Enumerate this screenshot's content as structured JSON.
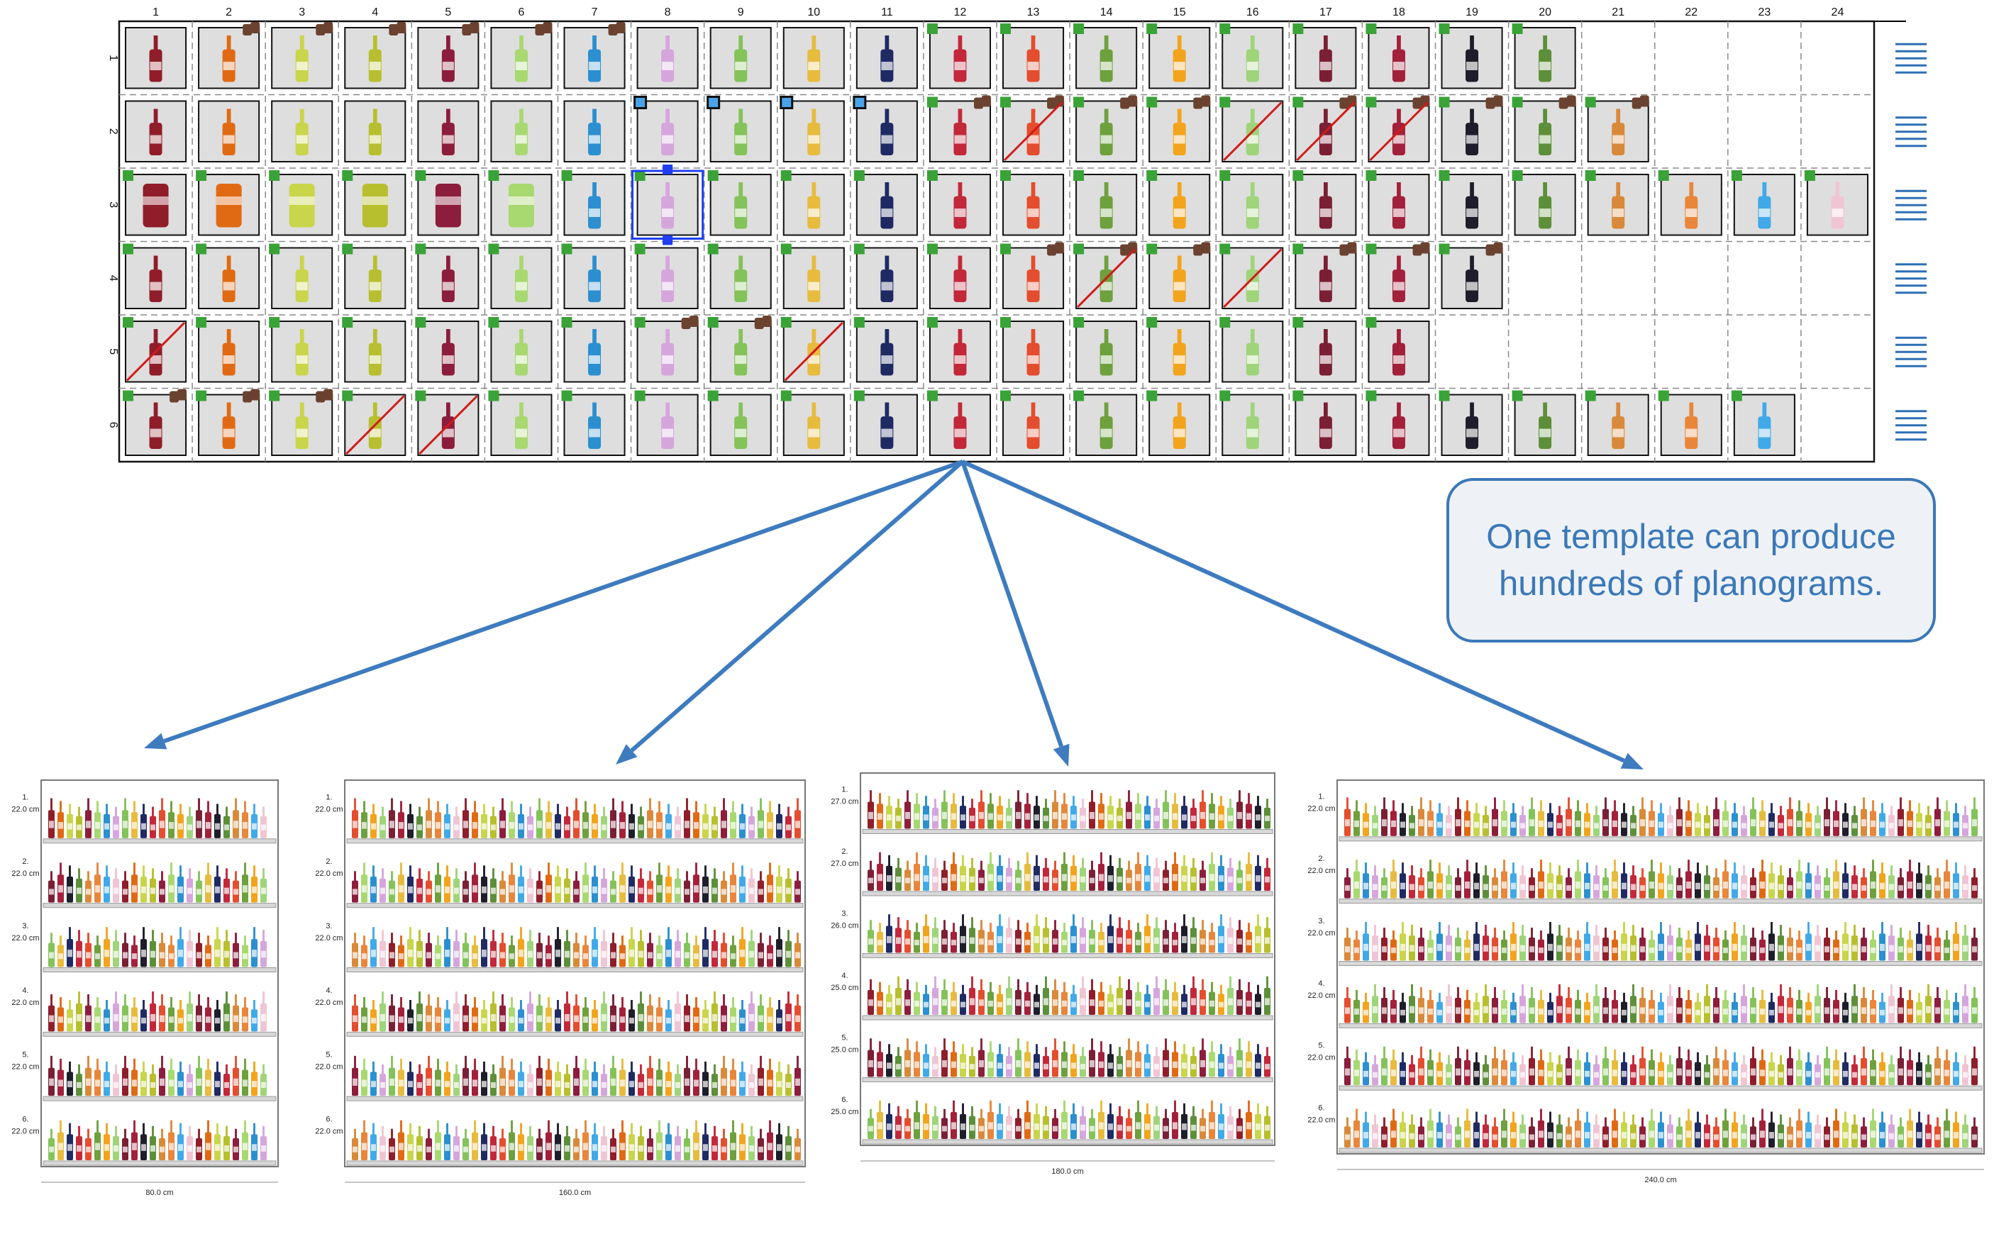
{
  "template": {
    "columns": [
      "1",
      "2",
      "3",
      "4",
      "5",
      "6",
      "7",
      "8",
      "9",
      "10",
      "11",
      "12",
      "13",
      "14",
      "15",
      "16",
      "17",
      "18",
      "19",
      "20",
      "21",
      "22",
      "23",
      "24"
    ],
    "rows": [
      "1",
      "2",
      "3",
      "4",
      "5",
      "6"
    ],
    "row_fill": [
      20,
      21,
      24,
      19,
      18,
      23
    ],
    "selected_cell": {
      "row": 3,
      "col": 8
    },
    "crossed_cells": [
      [
        2,
        13
      ],
      [
        2,
        16
      ],
      [
        2,
        17
      ],
      [
        2,
        18
      ],
      [
        4,
        14
      ],
      [
        4,
        16
      ],
      [
        5,
        1
      ],
      [
        5,
        10
      ],
      [
        6,
        4
      ],
      [
        6,
        5
      ]
    ],
    "handle_icon": "drag-handle-icon"
  },
  "callout": {
    "line1": "One template can produce",
    "line2": "hundreds of planograms."
  },
  "planograms": [
    {
      "width_label": "80.0 cm",
      "shelves": [
        {
          "num": "1.",
          "height": "22.0 cm"
        },
        {
          "num": "2.",
          "height": "22.0 cm"
        },
        {
          "num": "3.",
          "height": "22.0 cm"
        },
        {
          "num": "4.",
          "height": "22.0 cm"
        },
        {
          "num": "5.",
          "height": "22.0 cm"
        },
        {
          "num": "6.",
          "height": "22.0 cm"
        }
      ]
    },
    {
      "width_label": "160.0 cm",
      "shelves": [
        {
          "num": "1.",
          "height": "22.0 cm"
        },
        {
          "num": "2.",
          "height": "22.0 cm"
        },
        {
          "num": "3.",
          "height": "22.0 cm"
        },
        {
          "num": "4.",
          "height": "22.0 cm"
        },
        {
          "num": "5.",
          "height": "22.0 cm"
        },
        {
          "num": "6.",
          "height": "22.0 cm"
        }
      ]
    },
    {
      "width_label": "180.0 cm",
      "shelves": [
        {
          "num": "1.",
          "height": "27.0 cm"
        },
        {
          "num": "2.",
          "height": "27.0 cm"
        },
        {
          "num": "3.",
          "height": "26.0 cm"
        },
        {
          "num": "4.",
          "height": "25.0 cm"
        },
        {
          "num": "5.",
          "height": "25.0 cm"
        },
        {
          "num": "6.",
          "height": "25.0 cm"
        }
      ]
    },
    {
      "width_label": "240.0 cm",
      "shelves": [
        {
          "num": "1.",
          "height": "22.0 cm"
        },
        {
          "num": "2.",
          "height": "22.0 cm"
        },
        {
          "num": "3.",
          "height": "22.0 cm"
        },
        {
          "num": "4.",
          "height": "22.0 cm"
        },
        {
          "num": "5.",
          "height": "22.0 cm"
        },
        {
          "num": "6.",
          "height": "22.0 cm"
        }
      ]
    }
  ],
  "colors": {
    "arrow": "#3e7bbf",
    "accent_green": "#3aa338",
    "selection_blue": "#1f3ff0",
    "tag_brown": "#6b4230",
    "cross_red": "#d11a1a",
    "handle_blue": "#2d6fb5"
  }
}
